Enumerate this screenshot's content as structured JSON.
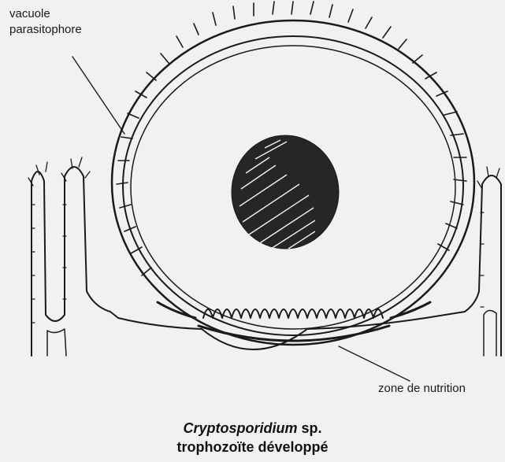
{
  "labels": {
    "vacuole_line1": "vacuole",
    "vacuole_line2": "parasitophore",
    "zone": "zone de nutrition"
  },
  "caption": {
    "genus": "Cryptosporidium",
    "species_suffix": " sp.",
    "subtitle": "trophozoïte développé"
  },
  "colors": {
    "ink": "#1a1a1a",
    "background": "#f1f1ef"
  }
}
